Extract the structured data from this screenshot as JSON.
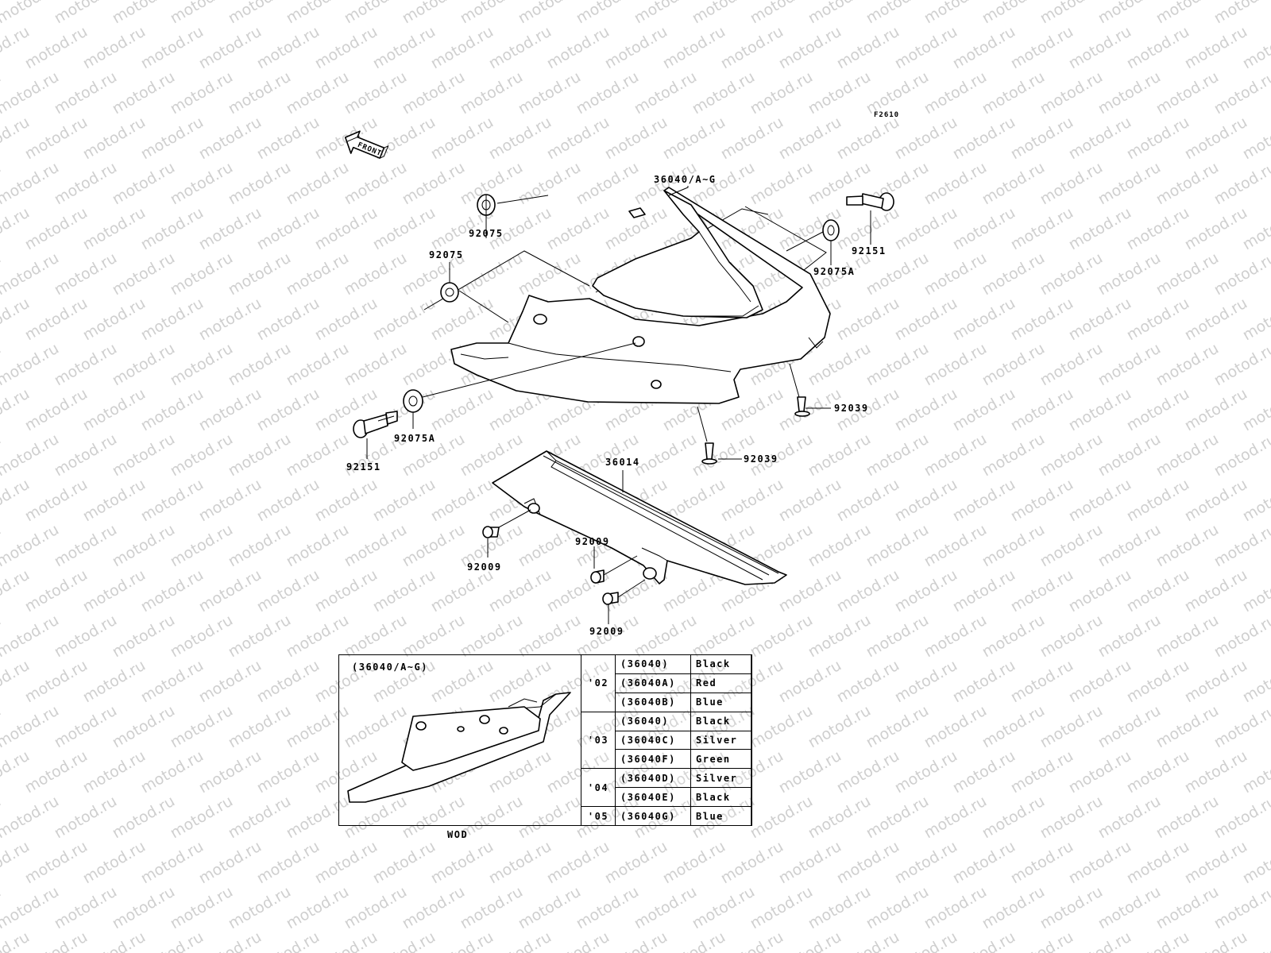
{
  "diagram": {
    "code": "F2610",
    "front_label": "FRONT",
    "callouts": {
      "seat_cover_main": "36040/A~G",
      "grommet_left_upper": "92075",
      "grommet_left_mid": "92075",
      "grommet_right": "92075A",
      "grommet_left_lower": "92075A",
      "bolt_right": "92151",
      "bolt_left": "92151",
      "clip_right": "92039",
      "clip_center": "92039",
      "chain_cover": "36014",
      "bolt_chain_left": "92009",
      "bolt_chain_mid": "92009",
      "bolt_chain_lower": "92009"
    }
  },
  "legend": {
    "title": "(36040/A~G)",
    "footer": "WOD",
    "rows": [
      {
        "year": "'02",
        "part": "(36040)",
        "color": "Black"
      },
      {
        "year": "",
        "part": "(36040A)",
        "color": "Red"
      },
      {
        "year": "",
        "part": "(36040B)",
        "color": "Blue"
      },
      {
        "year": "'03",
        "part": "(36040)",
        "color": "Black"
      },
      {
        "year": "",
        "part": "(36040C)",
        "color": "Silver"
      },
      {
        "year": "",
        "part": "(36040F)",
        "color": "Green"
      },
      {
        "year": "'04",
        "part": "(36040D)",
        "color": "Silver"
      },
      {
        "year": "",
        "part": "(36040E)",
        "color": "Black"
      },
      {
        "year": "'05",
        "part": "(36040G)",
        "color": "Blue"
      }
    ]
  },
  "watermark": {
    "text": "motod.ru"
  }
}
